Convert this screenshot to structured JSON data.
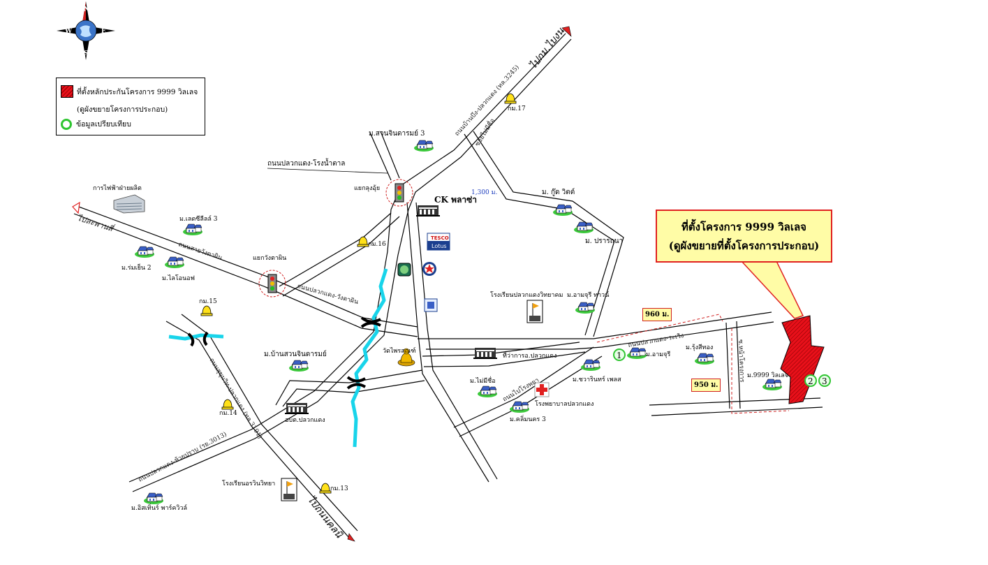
{
  "compass": {
    "n": "N",
    "s": "S",
    "e": "E",
    "w": "W",
    "icon": "compass-rose-icon"
  },
  "legend": {
    "project_pin": "ที่ตั้งหลักประกันโครงการ 9999 วิลเลจ",
    "project_sub": "(ดูผังขยายโครงการประกอบ)",
    "comparison": "ข้อมูลเปรียบเทียบ"
  },
  "callout": {
    "line1": "ที่ตั้งโครงการ 9999 วิลเลจ",
    "line2": "(ดูผังขยายที่ตั้งโครงการประกอบ)"
  },
  "directions": {
    "to_bangna": "ไปกม.ไบงน",
    "to_prawet": "ไปละพานสี่",
    "to_chonburi": "ไปถนนคลนิ"
  },
  "roads": {
    "plaeng_sugar": "ถนนปลวกแดง-โรงน้ำตาล",
    "north_ne": "ถนนบ้านบึง-ปลวกแดง (ทล.3245)",
    "soi_mai": "ซอยไม่มีชื่อ",
    "wang_ta_phin": "ถนนสายวังตาผิน",
    "plaeng_wang": "ถนนปลวกแดง-วังตาผิน",
    "sukhumvit_plaeng": "ถนนสุขุมวิท-ปลวกแดง (ทล.3191)",
    "plaeng_huaypran": "ถนนปลวกแดง-ห้วยปราบ (รย.3013)",
    "plaeng_rawing": "ถนนปลวกแดง-ระเวิง",
    "to_hospital": "ถนนไปโรงพยา",
    "soi_project": "ซ.หน้าโครงการ"
  },
  "distances": {
    "d1300": "1,300 ม.",
    "d960": "960 ม.",
    "d950": "950 ม."
  },
  "places": {
    "suan_chinnakarn3": "ม.สวนจินดารมย์ 3",
    "km17": "กม.17",
    "electricity": "การไฟฟ้าฝ่ายผลิต",
    "lad_sailane3": "ม.เลดซีลีลล์ 3",
    "yang_lung_ui": "แยกลุงอุ้ย",
    "ck_plaza": "CK พลาซ่า",
    "good_city": "ม. กู๊ด วิตต์",
    "pranatha": "ม. ปรารถนา",
    "romyen2": "ม.ร่มเย็น 2",
    "lionoff": "ม.ไลโอนอฟ",
    "yang_wang": "แยกวังตาผิน",
    "km16": "กม.16",
    "km15": "กม.15",
    "tesco_top": "TESCO",
    "tesco_bottom": "Lotus",
    "school_plaeng": "โรงเรียนปลวกแดงวิทยาคม",
    "amphur_town": "ม.อามจุรี ทาวน์",
    "ban_suan": "ม.บ้านสวนจินดารมย์",
    "wat": "วัดไพรสณฑ์",
    "district_office": "ที่ว่าการอ.ปลวกแดง",
    "amphuri": "ม.อามจุรี",
    "rung_thong": "ม.รุ้งสีทอง",
    "village_9999": "ม.9999 วิลเลจ",
    "chawarin": "ม.ชวารินทร์ เพลส",
    "mai_mi_chue": "ม.ไม่มีชื่อ",
    "hospital": "โรงพยาบาลปลวกแดง",
    "km14": "กม.14",
    "obt": "อบต.ปลวกแดง",
    "klin_nakorn3": "ม.คลิ่มนคร 3",
    "school_orawin": "โรงเรียนอรวินวิทยา",
    "km13": "กม.13",
    "islethin": "ม.อิสเทิ่นร์ พาร์ควิวล์"
  },
  "markers": {
    "c1": "1",
    "c2": "2",
    "c3": "3"
  },
  "colors": {
    "road": "#000000",
    "river": "#18d4ea",
    "project": "#e8101a",
    "callout_bg": "#fffca6",
    "circle": "#2fc531",
    "house": "#3a5fc6",
    "lawn": "#32c832"
  }
}
